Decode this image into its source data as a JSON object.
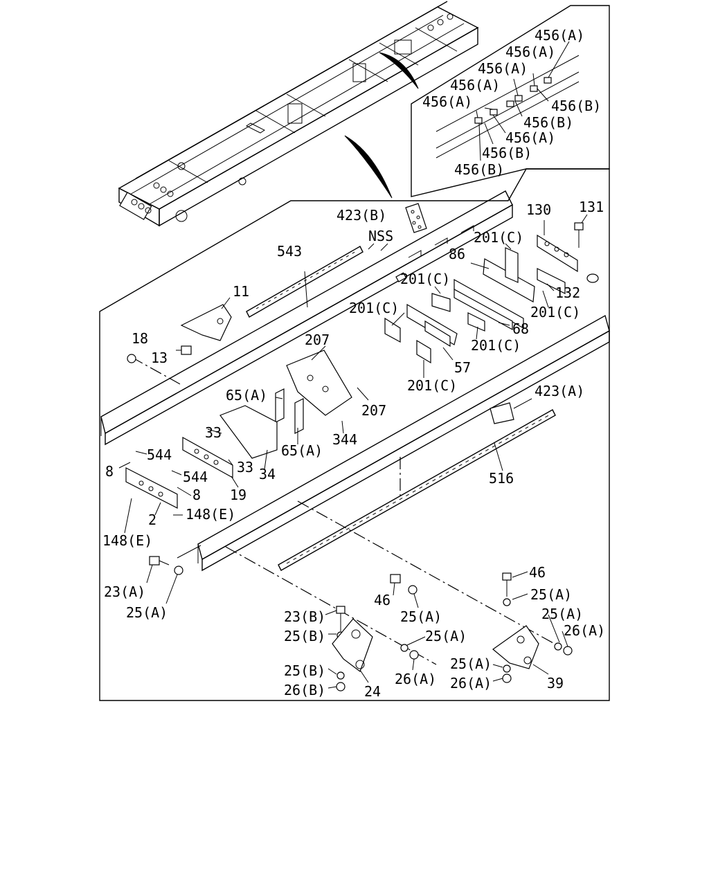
{
  "labels": {
    "l456a_1": "456(A)",
    "l456a_2": "456(A)",
    "l456a_3": "456(A)",
    "l456a_4": "456(A)",
    "l456a_5": "456(A)",
    "l456a_6": "456(A)",
    "l456b_1": "456(B)",
    "l456b_2": "456(B)",
    "l456b_3": "456(B)",
    "l456b_4": "456(B)",
    "l423b": "423(B)",
    "l130": "130",
    "l131": "131",
    "lnss": "NSS",
    "l543": "543",
    "l86": "86",
    "l201c_1": "201(C)",
    "l201c_2": "201(C)",
    "l201c_3": "201(C)",
    "l201c_4": "201(C)",
    "l201c_5": "201(C)",
    "l201c_6": "201(C)",
    "l132": "132",
    "l11": "11",
    "l68": "68",
    "l18": "18",
    "l13": "13",
    "l207_1": "207",
    "l207_2": "207",
    "l57": "57",
    "l423a": "423(A)",
    "l65a_1": "65(A)",
    "l65a_2": "65(A)",
    "l33_1": "33",
    "l33_2": "33",
    "l344": "344",
    "l544_1": "544",
    "l544_2": "544",
    "l8_1": "8",
    "l8_2": "8",
    "l34": "34",
    "l19": "19",
    "l516": "516",
    "l2": "2",
    "l148e_1": "148(E)",
    "l148e_2": "148(E)",
    "l23a": "23(A)",
    "l25a_1": "25(A)",
    "l46_1": "46",
    "l46_2": "46",
    "l25a_2": "25(A)",
    "l25a_3": "25(A)",
    "l25a_4": "25(A)",
    "l25a_5": "25(A)",
    "l25a_6": "25(A)",
    "l23b": "23(B)",
    "l25b_1": "25(B)",
    "l25b_2": "25(B)",
    "l26b": "26(B)",
    "l24": "24",
    "l26a_1": "26(A)",
    "l26a_2": "26(A)",
    "l26a_3": "26(A)",
    "l39": "39"
  }
}
